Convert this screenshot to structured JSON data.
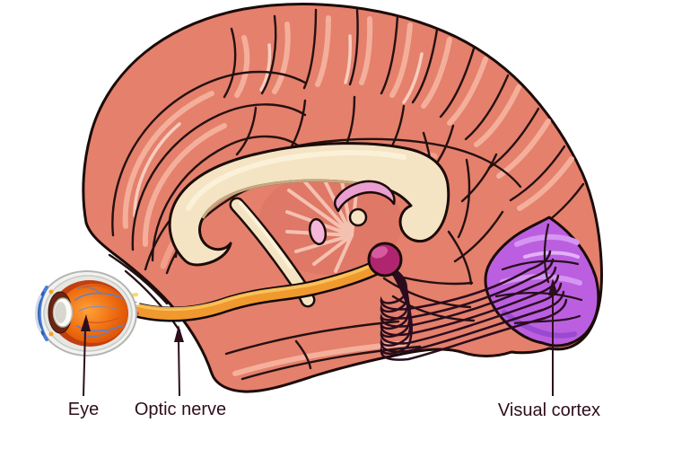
{
  "diagram": {
    "description": "Sagittal brain illustration showing the visual pathway from the eye through the optic nerve and optic radiations to the visual cortex"
  },
  "labels": {
    "eye": "Eye",
    "optic_nerve": "Optic nerve",
    "visual_cortex": "Visual cortex"
  },
  "colors": {
    "background": "#ffffff",
    "brain": "#e4806c",
    "brain_outline": "#1b0b09",
    "gyri_highlight": "#f5b29e",
    "thalamus": "#de7767",
    "corpus_callosum": "#f4e4c3",
    "fornix_pink": "#eb9ed0",
    "lgn": "#b02570",
    "optic_nerve": "#f0992f",
    "optic_radiation": "#2a0c1e",
    "visual_cortex": "#bb5fe0",
    "visual_cortex_highlight": "#d795f2",
    "eye_interior": "#c23f10",
    "label_text": "#2e0e1c"
  }
}
